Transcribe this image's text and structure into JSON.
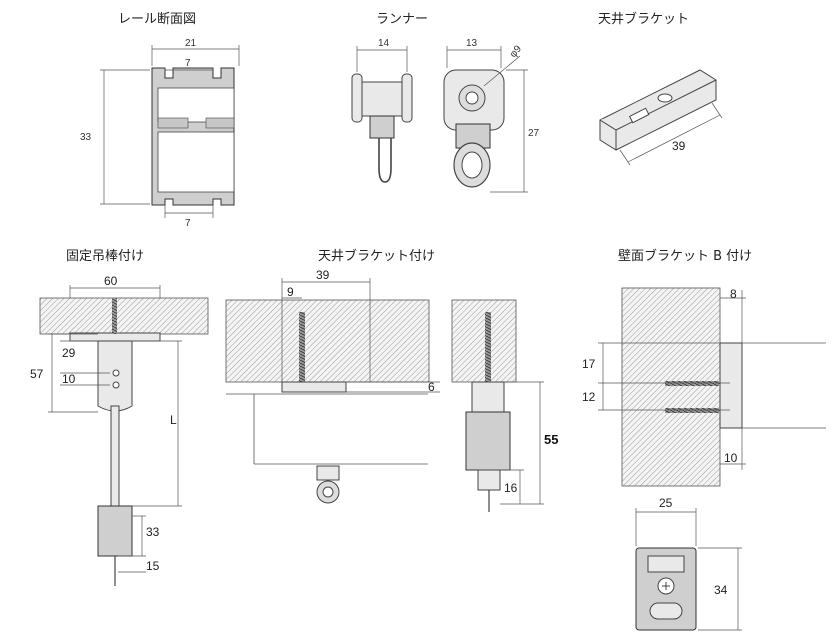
{
  "titles": {
    "rail_section": "レール断面図",
    "runner": "ランナー",
    "ceiling_bracket": "天井ブラケット",
    "fixed_rod": "固定吊棒付け",
    "ceiling_bracket_mount": "天井ブラケット付け",
    "wall_bracket_b": "壁面ブラケット B 付け"
  },
  "dims": {
    "rail_width": "21",
    "rail_slot_top": "7",
    "rail_height": "33",
    "rail_slot_bottom": "7",
    "runner_width_side": "14",
    "runner_width_front": "13",
    "runner_wheel_dia": "φ9",
    "runner_height": "27",
    "bracket_length": "39",
    "rod_plate": "60",
    "rod_57": "57",
    "rod_29": "29",
    "rod_10": "10",
    "rod_L": "L",
    "rod_33": "33",
    "rod_15": "15",
    "cb_39": "39",
    "cb_9": "9",
    "cb_6": "6",
    "cb_55": "55",
    "cb_16": "16",
    "wb_8": "8",
    "wb_17": "17",
    "wb_12": "12",
    "wb_10": "10",
    "wb_25": "25",
    "wb_34": "34"
  }
}
